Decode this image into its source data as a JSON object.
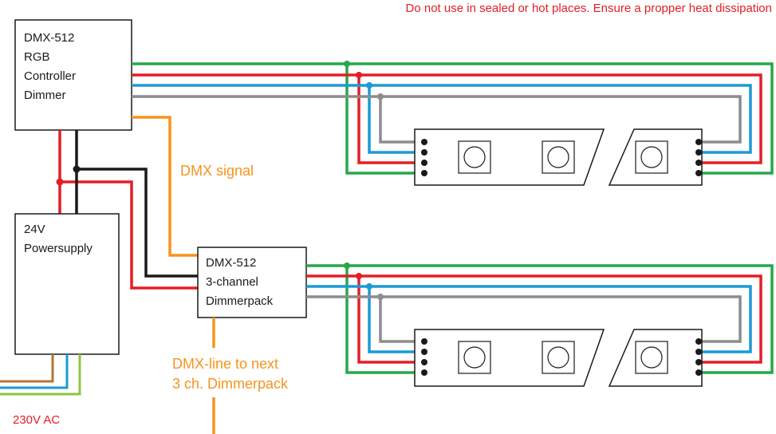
{
  "warning": "Do not use in sealed or hot places. Ensure a propper heat dissipation",
  "controller": {
    "lines": [
      "DMX-512",
      "RGB",
      "Controller",
      "Dimmer"
    ]
  },
  "powersupply": {
    "lines": [
      "24V",
      "Powersupply"
    ]
  },
  "dimmerpack": {
    "lines": [
      "DMX-512",
      "3-channel",
      "Dimmerpack"
    ]
  },
  "dmx_signal_label": "DMX signal",
  "dmx_next": {
    "lines": [
      "DMX-line to next",
      "3 ch. Dimmerpack"
    ]
  },
  "mains_label": "230V AC",
  "colors": {
    "green": "#25a84a",
    "red": "#e41e26",
    "blue": "#1b9ad6",
    "grey": "#8c8c8c",
    "black": "#1a1a1a",
    "orange": "#f7931e",
    "brown": "#b87333",
    "lime": "#8dc63f",
    "warning_text": "#e41e26",
    "dmx_text": "#f7931e"
  }
}
